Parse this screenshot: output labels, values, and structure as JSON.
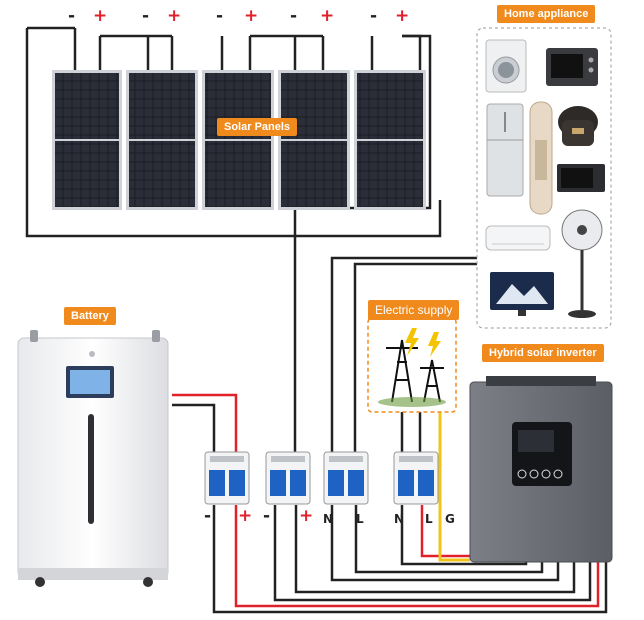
{
  "labels": {
    "solar_panels": "Solar Panels",
    "home_appliance": "Home appliance",
    "battery": "Battery",
    "electric_supply": "Electric supply",
    "hybrid_inverter": "Hybrid solar inverter"
  },
  "panel_terminals": [
    "-",
    "+",
    "-",
    "+",
    "-",
    "+",
    "-",
    "+",
    "-",
    "+"
  ],
  "breaker_terminals": [
    "-",
    "+",
    "-",
    "+",
    "N",
    "L",
    "N",
    "L",
    "G"
  ],
  "colors": {
    "accent": "#f08a1c",
    "positive_wire": "#e0202a",
    "ground_wire": "#f0c419",
    "wire": "#222222"
  },
  "appliances": [
    "washing-machine",
    "oven",
    "refrigerator",
    "air-cooler",
    "rice-cooker",
    "microwave",
    "air-conditioner",
    "fan",
    "television"
  ]
}
